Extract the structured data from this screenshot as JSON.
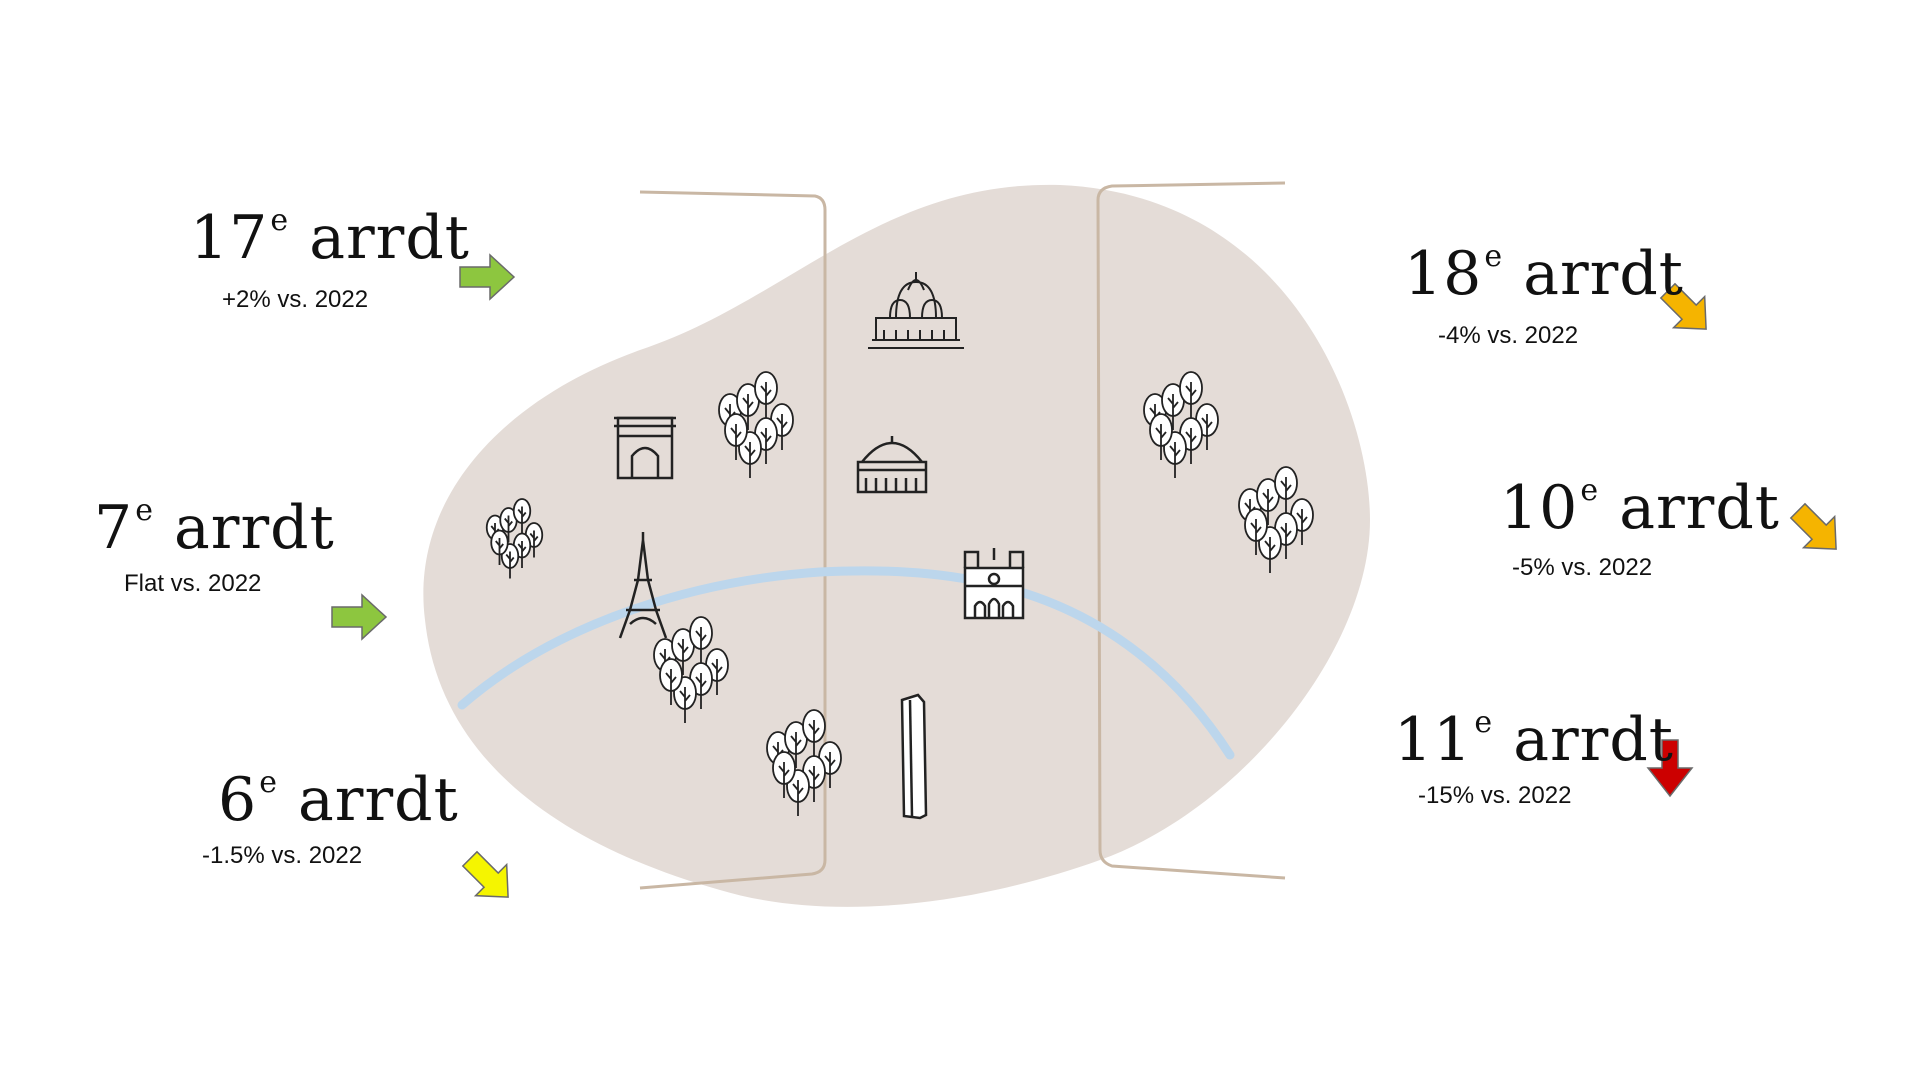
{
  "districts": [
    {
      "id": "17",
      "number": "17",
      "suffix": "e",
      "label": "arrdt",
      "change": "+2% vs. 2022",
      "trend": "up-slight",
      "color": "#8dc63f"
    },
    {
      "id": "7",
      "number": "7",
      "suffix": "e",
      "label": "arrdt",
      "change": "Flat vs. 2022",
      "trend": "flat",
      "color": "#8dc63f"
    },
    {
      "id": "6",
      "number": "6",
      "suffix": "e",
      "label": "arrdt",
      "change": "-1.5% vs. 2022",
      "trend": "down-slight",
      "color": "#f5f500"
    },
    {
      "id": "18",
      "number": "18",
      "suffix": "e",
      "label": "arrdt",
      "change": "-4% vs. 2022",
      "trend": "down",
      "color": "#f5b400"
    },
    {
      "id": "10",
      "number": "10",
      "suffix": "e",
      "label": "arrdt",
      "change": "-5% vs. 2022",
      "trend": "down",
      "color": "#f5b400"
    },
    {
      "id": "11",
      "number": "11",
      "suffix": "e",
      "label": "arrdt",
      "change": "-15% vs. 2022",
      "trend": "down-strong",
      "color": "#cc0000"
    }
  ],
  "map": {
    "blob_color": "#e4dcd7",
    "river_color": "#bcd6ec",
    "landmarks": [
      "sacre-coeur",
      "arc-de-triomphe",
      "opera",
      "eiffel-tower",
      "notre-dame",
      "montparnasse-tower"
    ]
  }
}
